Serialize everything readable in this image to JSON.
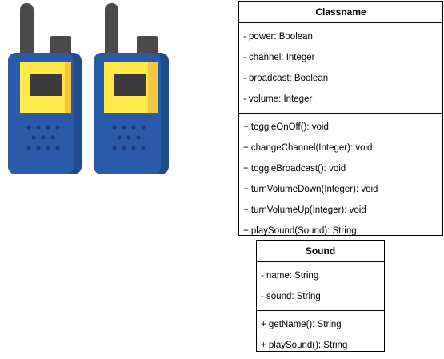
{
  "illustration": {
    "icon": "walkie-talkie-icon",
    "colors": {
      "body": "#2a5ba8",
      "body_dark": "#1f4a8c",
      "screen_frame": "#ffe94d",
      "screen_side": "#f5c842",
      "screen": "#3b3b3b",
      "antenna": "#4a4a4a",
      "speaker_dots": "#1a3a70"
    }
  },
  "classes": [
    {
      "name": "Classname",
      "attributes": [
        "- power: Boolean",
        "- channel: Integer",
        "- broadcast: Boolean",
        "- volume: Integer"
      ],
      "methods": [
        "+ toggleOnOff(): void",
        "+ changeChannel(Integer): void",
        "+ toggleBroadcast(): void",
        "+ turnVolumeDown(Integer): void",
        "+ turnVolumeUp(Integer): void",
        "+ playSound(Sound): String"
      ]
    },
    {
      "name": "Sound",
      "attributes": [
        "- name: String",
        "- sound: String"
      ],
      "methods": [
        "+ getName(): String",
        "+ playSound(): String"
      ]
    }
  ]
}
